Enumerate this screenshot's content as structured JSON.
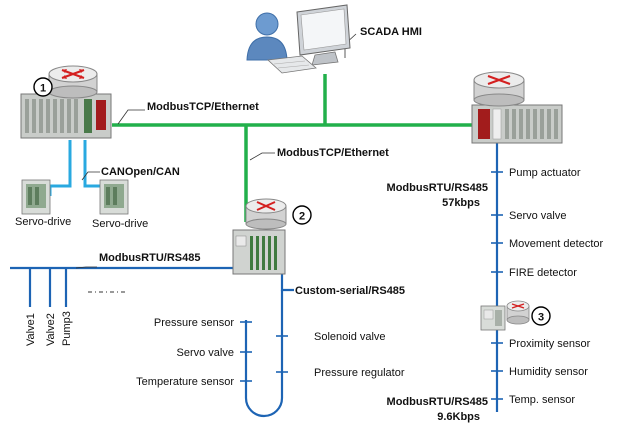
{
  "colors": {
    "ethernet": "#22b04b",
    "rs485": "#1d64b4",
    "can": "#29a9e0",
    "router": "#d8d8d8",
    "router_arrow": "#d42020",
    "plc": "#c9ccc9"
  },
  "labels": {
    "scada": "SCADA HMI",
    "router1_num": "1",
    "router2_num": "2",
    "router3_num": "3",
    "modbustcp_top": "ModbusTCP/Ethernet",
    "modbustcp_mid": "ModbusTCP/Ethernet",
    "canopen": "CANOpen/CAN",
    "servo_drive1": "Servo-drive",
    "servo_drive2": "Servo-drive",
    "modbusrtu_left": "ModbusRTU/RS485",
    "valve1": "Valve1",
    "valve2": "Valve2",
    "pump3": "Pump3",
    "custom_serial": "Custom-serial/RS485",
    "pressure_sensor": "Pressure sensor",
    "servo_valve_left": "Servo valve",
    "temperature_sensor": "Temperature sensor",
    "solenoid_valve": "Solenoid valve",
    "pressure_regulator": "Pressure regulator",
    "modbusrtu_right_top": "ModbusRTU/RS485",
    "speed_top": "57kbps",
    "pump_actuator": "Pump actuator",
    "servo_valve_right": "Servo valve",
    "movement_detector": "Movement detector",
    "fire_detector": "FIRE detector",
    "proximity_sensor": "Proximity sensor",
    "humidity_sensor": "Humidity sensor",
    "temp_sensor": "Temp. sensor",
    "modbusrtu_right_bottom": "ModbusRTU/RS485",
    "speed_bottom": "9.6Kbps"
  },
  "icons": [
    "user-icon",
    "monitor-icon",
    "router-icon",
    "plc-rack-icon",
    "servo-drive-icon"
  ]
}
